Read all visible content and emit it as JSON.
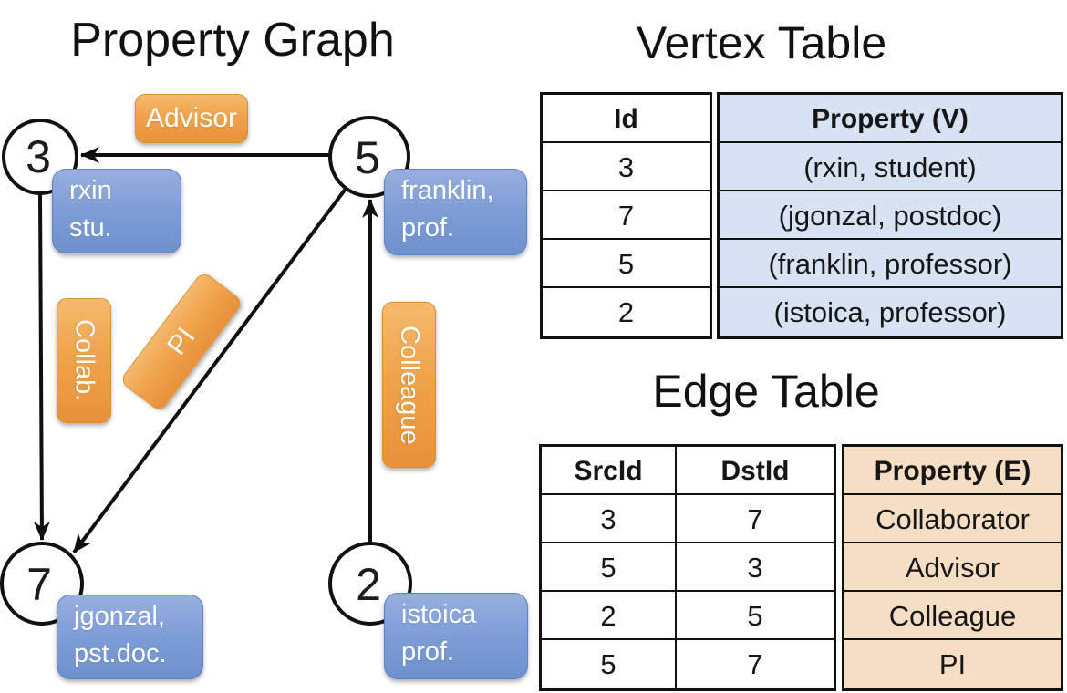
{
  "graph": {
    "title": "Property Graph",
    "vertices": [
      {
        "id": "3",
        "label_lines": [
          "rxin",
          "stu."
        ]
      },
      {
        "id": "5",
        "label_lines": [
          "franklin,",
          "prof."
        ]
      },
      {
        "id": "7",
        "label_lines": [
          "jgonzal,",
          "pst.doc."
        ]
      },
      {
        "id": "2",
        "label_lines": [
          "istoica",
          "prof."
        ]
      }
    ],
    "edges": [
      {
        "src": "5",
        "dst": "3",
        "label": "Advisor"
      },
      {
        "src": "3",
        "dst": "7",
        "label": "Collab."
      },
      {
        "src": "5",
        "dst": "7",
        "label": "PI"
      },
      {
        "src": "2",
        "dst": "5",
        "label": "Colleague"
      }
    ]
  },
  "vertex_table": {
    "title": "Vertex Table",
    "columns": [
      "Id",
      "Property (V)"
    ],
    "rows": [
      [
        "3",
        "(rxin, student)"
      ],
      [
        "7",
        "(jgonzal, postdoc)"
      ],
      [
        "5",
        "(franklin, professor)"
      ],
      [
        "2",
        "(istoica, professor)"
      ]
    ]
  },
  "edge_table": {
    "title": "Edge Table",
    "columns": [
      "SrcId",
      "DstId",
      "Property (E)"
    ],
    "rows": [
      [
        "3",
        "7",
        "Collaborator"
      ],
      [
        "5",
        "3",
        "Advisor"
      ],
      [
        "2",
        "5",
        "Colleague"
      ],
      [
        "5",
        "7",
        "PI"
      ]
    ]
  },
  "colors": {
    "edge_label_orange": "#EFA44C",
    "vertex_label_blue": "#7E9DD6",
    "vertex_property_fill": "#D9E2F3",
    "edge_property_fill": "#F6DEC4",
    "line_color": "#0F0F0F"
  }
}
